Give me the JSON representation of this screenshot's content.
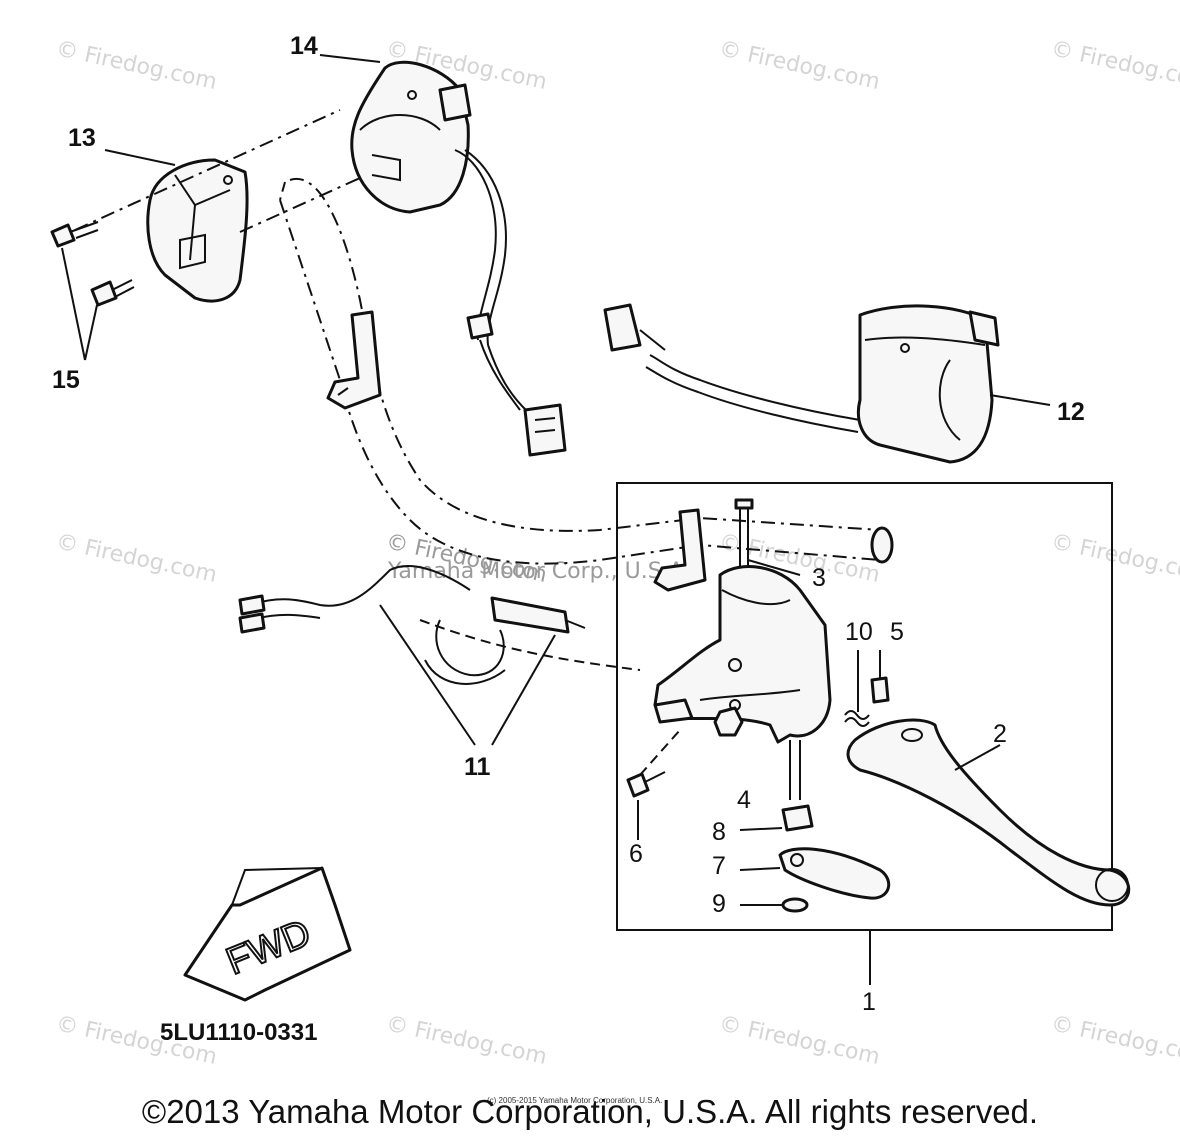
{
  "watermark": {
    "text": "© Firedog.com",
    "center_text": "© Firedog.com",
    "center_text_2": "Yamaha Motor Corp., U.S.A."
  },
  "callouts": {
    "p1": "1",
    "p2": "2",
    "p3": "3",
    "p4": "4",
    "p5": "5",
    "p6": "6",
    "p7": "7",
    "p8": "8",
    "p9": "9",
    "p10": "10",
    "p11": "11",
    "p12": "12",
    "p13": "13",
    "p14": "14",
    "p15": "15"
  },
  "fwd_arrow": {
    "text": "FWD"
  },
  "diagram_code": "5LU1110-0331",
  "small_copyright": "(c) 2005-2015 Yamaha Motor Corporation, U.S.A.",
  "footer": "©2013 Yamaha Motor Corporation, U.S.A. All rights reserved."
}
